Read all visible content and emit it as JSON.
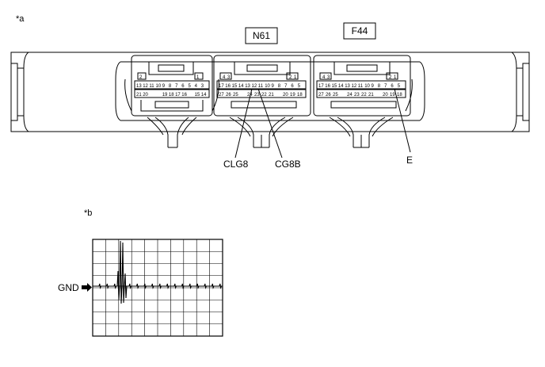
{
  "figure": {
    "label_a": "*a",
    "label_b": "*b"
  },
  "connectors": [
    {
      "id": "",
      "row1": [
        "13",
        "12",
        "11",
        "10",
        "9",
        "8",
        "7",
        "6",
        "5",
        "4",
        "3"
      ],
      "row2": [
        "21",
        "20",
        "",
        "",
        "19",
        "18",
        "17",
        "16",
        "",
        "15",
        "14"
      ],
      "top_left": [
        "2"
      ],
      "top_right": [
        "1"
      ]
    },
    {
      "id": "N61",
      "row1": [
        "17",
        "16",
        "15",
        "14",
        "13",
        "12",
        "11",
        "10",
        "9",
        "8",
        "7",
        "6",
        "5"
      ],
      "row2": [
        "27",
        "26",
        "25",
        "",
        "24",
        "23",
        "22",
        "21",
        "",
        "20",
        "19",
        "18"
      ],
      "top_left": [
        "4",
        "3"
      ],
      "top_right": [
        "2",
        "1"
      ]
    },
    {
      "id": "F44",
      "row1": [
        "17",
        "16",
        "15",
        "14",
        "13",
        "12",
        "11",
        "10",
        "9",
        "8",
        "7",
        "6",
        "5"
      ],
      "row2": [
        "27",
        "26",
        "25",
        "",
        "24",
        "23",
        "22",
        "21",
        "",
        "20",
        "19",
        "18"
      ],
      "top_left": [
        "4",
        "3"
      ],
      "top_right": [
        "2",
        "1"
      ]
    }
  ],
  "callouts": {
    "clg8": "CLG8",
    "cg8b": "CG8B",
    "e": "E"
  },
  "scope": {
    "ground_label": "GND",
    "grid_cols": 10,
    "grid_rows": 8
  }
}
